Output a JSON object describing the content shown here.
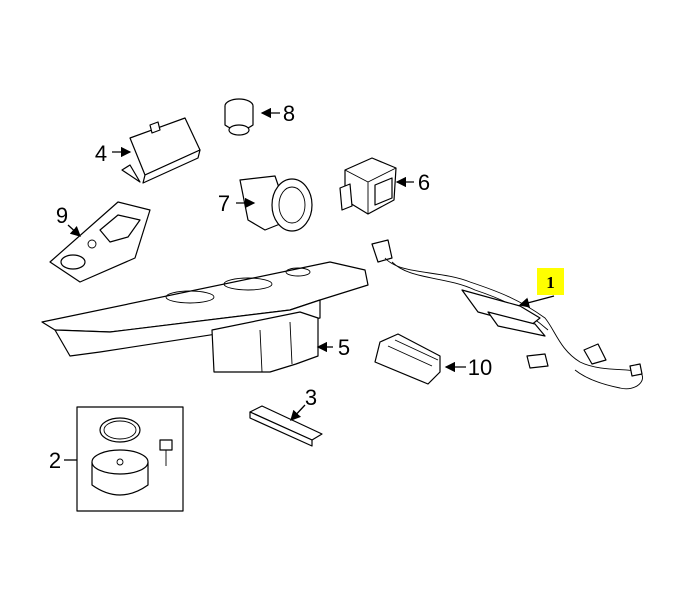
{
  "diagram": {
    "highlight_color": "#ffff00",
    "callouts": [
      {
        "id": "1",
        "label": "1",
        "highlighted": true
      },
      {
        "id": "2",
        "label": "2"
      },
      {
        "id": "3",
        "label": "3"
      },
      {
        "id": "4",
        "label": "4"
      },
      {
        "id": "5",
        "label": "5"
      },
      {
        "id": "6",
        "label": "6"
      },
      {
        "id": "7",
        "label": "7"
      },
      {
        "id": "8",
        "label": "8"
      },
      {
        "id": "9",
        "label": "9"
      },
      {
        "id": "10",
        "label": "10"
      }
    ]
  }
}
